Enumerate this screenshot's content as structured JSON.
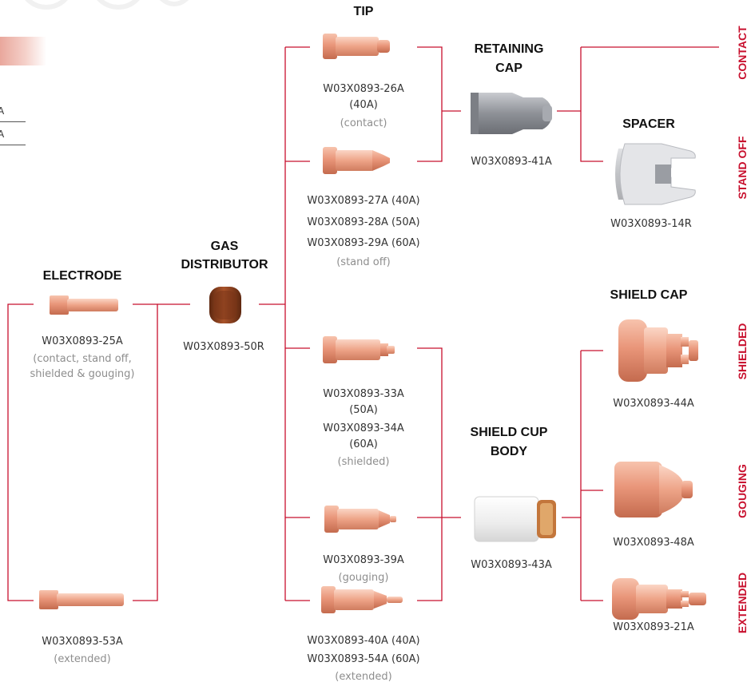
{
  "colors": {
    "accent": "#c8102e",
    "line": "#c8102e",
    "copper": "#e58b6a",
    "text": "#2e2e2e",
    "note": "#8e8e8e"
  },
  "headings": {
    "tip": "TIP",
    "retaining_cap_1": "RETAINING",
    "retaining_cap_2": "CAP",
    "spacer": "SPACER",
    "gas_distributor_1": "GAS",
    "gas_distributor_2": "DISTRIBUTOR",
    "electrode": "ELECTRODE",
    "shield_cap": "SHIELD CAP",
    "shield_cup_body_1": "SHIELD CUP",
    "shield_cup_body_2": "BODY"
  },
  "side_labels": {
    "contact": "CONTACT",
    "stand_off": "STAND OFF",
    "shielded": "SHIELDED",
    "gouging": "GOUGING",
    "extended": "EXTENDED"
  },
  "left_partial": {
    "row1": "A",
    "row2": "A"
  },
  "parts": {
    "tip_contact": {
      "pn1": "W03X0893-26A",
      "pn2": "(40A)",
      "note": "(contact)",
      "icon": "tip-contact-icon"
    },
    "tip_standoff": {
      "pn1": "W03X0893-27A (40A)",
      "pn2": "W03X0893-28A (50A)",
      "pn3": "W03X0893-29A (60A)",
      "note": "(stand off)",
      "icon": "tip-standoff-icon"
    },
    "retaining_cap": {
      "pn": "W03X0893-41A",
      "icon": "retaining-cap-icon"
    },
    "spacer": {
      "pn": "W03X0893-14R",
      "icon": "spacer-icon"
    },
    "gas_distributor": {
      "pn": "W03X0893-50R",
      "icon": "gas-distributor-icon"
    },
    "electrode": {
      "pn": "W03X0893-25A",
      "note1": "(contact, stand off,",
      "note2": "shielded & gouging)",
      "icon": "electrode-icon"
    },
    "electrode_extended": {
      "pn": "W03X0893-53A",
      "note": "(extended)",
      "icon": "electrode-extended-icon"
    },
    "tip_shielded": {
      "pn1": "W03X0893-33A",
      "pn2": "(50A)",
      "pn3": "W03X0893-34A",
      "pn4": "(60A)",
      "note": "(shielded)",
      "icon": "tip-shielded-icon"
    },
    "tip_gouging": {
      "pn": "W03X0893-39A",
      "note": "(gouging)",
      "icon": "tip-gouging-icon"
    },
    "tip_extended": {
      "pn1": "W03X0893-40A (40A)",
      "pn2": "W03X0893-54A (60A)",
      "note": "(extended)",
      "icon": "tip-extended-icon"
    },
    "shield_cup_body": {
      "pn": "W03X0893-43A",
      "icon": "shield-cup-body-icon"
    },
    "shield_cap": {
      "pn": "W03X0893-44A",
      "icon": "shield-cap-icon"
    },
    "gouging_cap": {
      "pn": "W03X0893-48A",
      "icon": "gouging-cap-icon"
    },
    "extended_cap": {
      "pn": "W03X0893-21A",
      "icon": "extended-cap-icon"
    }
  }
}
